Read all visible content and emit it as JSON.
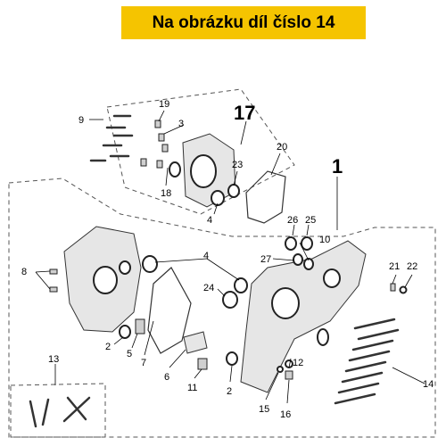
{
  "banner": {
    "text": "Na obrázku díl číslo 14"
  },
  "callouts": {
    "c1": "1",
    "c17": "17",
    "c2a": "2",
    "c2b": "2",
    "c3": "3",
    "c4a": "4",
    "c4b": "4",
    "c5": "5",
    "c6": "6",
    "c7": "7",
    "c8": "8",
    "c9": "9",
    "c10": "10",
    "c11": "11",
    "c12": "12",
    "c13": "13",
    "c14": "14",
    "c15": "15",
    "c16": "16",
    "c18": "18",
    "c19": "19",
    "c20": "20",
    "c21": "21",
    "c22": "22",
    "c23": "23",
    "c24": "24",
    "c25": "25",
    "c26": "26",
    "c27": "27"
  }
}
